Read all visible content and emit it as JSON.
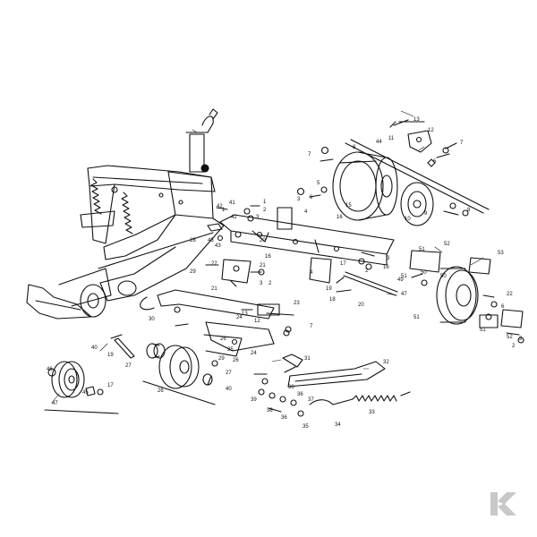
{
  "diagram": {
    "callouts": [
      "1",
      "2",
      "3",
      "4",
      "5",
      "6",
      "7",
      "8",
      "9",
      "10",
      "11",
      "12",
      "13",
      "14",
      "15",
      "16",
      "17",
      "18",
      "19",
      "20",
      "21",
      "22",
      "23",
      "24",
      "25",
      "26",
      "27",
      "28",
      "29",
      "30",
      "31",
      "32",
      "33",
      "34",
      "35",
      "36",
      "37",
      "38",
      "39",
      "40",
      "41",
      "42",
      "43",
      "44",
      "45",
      "46",
      "47",
      "48",
      "49",
      "50",
      "51",
      "52",
      "53"
    ],
    "colors": {
      "ink": "#111111",
      "paper": "#ffffff",
      "logo": "#c8c8c8"
    }
  },
  "logo": {
    "name": "k-brand-logo-icon",
    "text": "K"
  }
}
